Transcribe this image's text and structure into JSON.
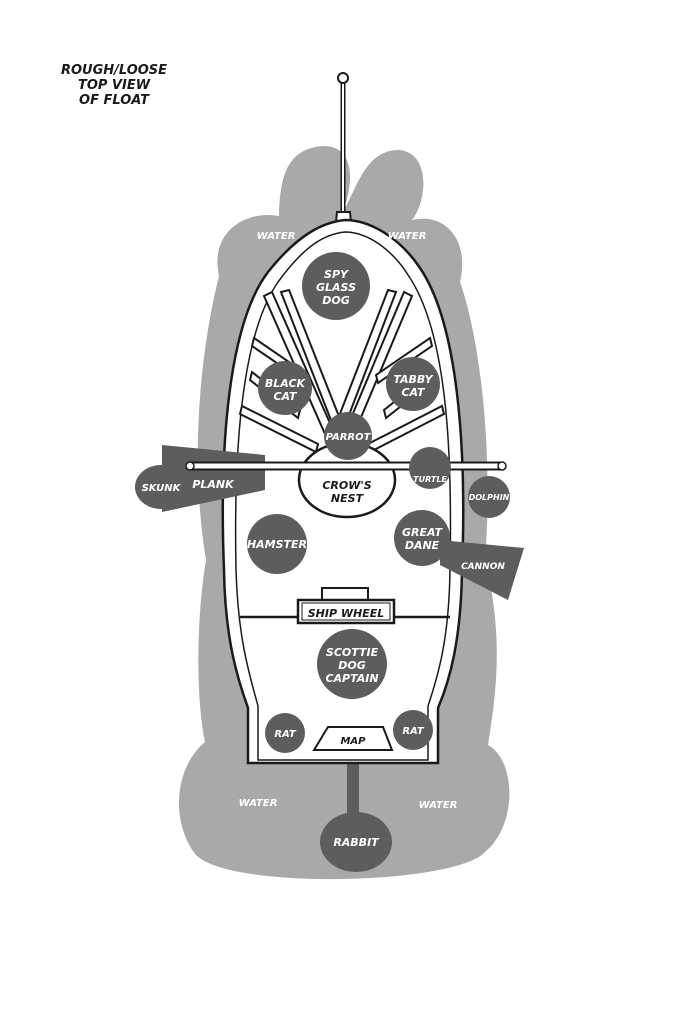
{
  "title": [
    "ROUGH/LOOSE",
    "TOP VIEW",
    "OF FLOAT"
  ],
  "water": [
    "WATER",
    "WATER",
    "WATER",
    "WATER"
  ],
  "characters": {
    "spy_glass_dog": [
      "SPY",
      "GLASS",
      "DOG"
    ],
    "black_cat": [
      "BLACK",
      "CAT"
    ],
    "tabby_cat": [
      "TABBY",
      "CAT"
    ],
    "parrot": "PARROT",
    "turtle": "TURTLE",
    "skunk": "SKUNK",
    "dolphin": "DOLPHIN",
    "hamster": "HAMSTER",
    "great_dane": [
      "GREAT",
      "DANE"
    ],
    "scottie_dog_captain": [
      "SCOTTIE",
      "DOG",
      "CAPTAIN"
    ],
    "rat_left": "RAT",
    "rat_right": "RAT",
    "rabbit": "RABBIT"
  },
  "features": {
    "crows_nest": [
      "CROW'S",
      "NEST"
    ],
    "plank": "PLANK",
    "cannon": "CANNON",
    "ship_wheel": "SHIP WHEEL",
    "map": "MAP"
  },
  "colors": {
    "water": "#a9a9a9",
    "character": "#5d5d5d",
    "deck": "#ffffff",
    "outline": "#1a1a1a"
  }
}
